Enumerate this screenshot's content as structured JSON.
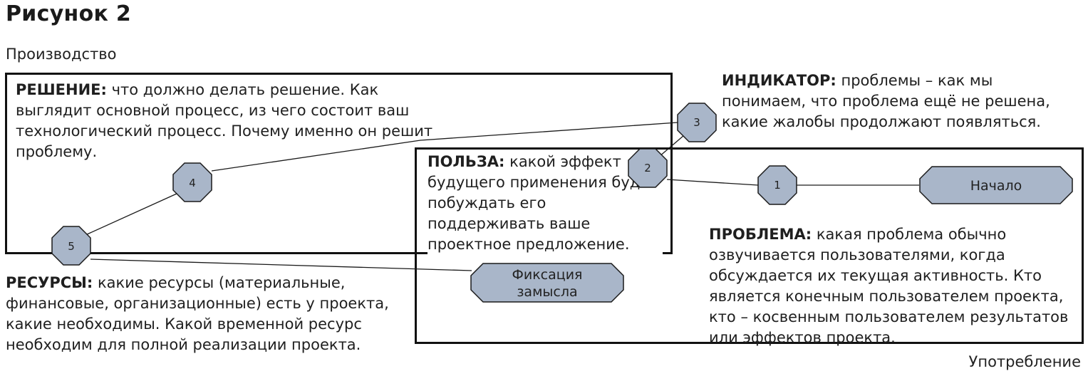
{
  "figure": {
    "title": "Рисунок 2",
    "axis_top": "Производство",
    "axis_bottom": "Употребление"
  },
  "blocks": {
    "solution": {
      "heading": "РЕШЕНИЕ:",
      "text": " что должно делать решение. Как выглядит основной процесс, из чего состоит ваш технологический процесс. Почему именно он решит проблему."
    },
    "benefit": {
      "heading": "ПОЛЬЗА:",
      "text": " какой эффект будущего применения будет побуждать его поддерживать ваше проектное предложение."
    },
    "indicator": {
      "heading": "ИНДИКАТОР:",
      "text": " проблемы – как мы понимаем, что проблема ещё не решена, какие жалобы продолжают появляться."
    },
    "problem": {
      "heading": "ПРОБЛЕМА:",
      "text": " какая проблема обычно озвучивается пользователями, когда обсуждается их текущая активность. Кто является конечным пользователем проекта, кто – косвенным пользователем результатов или эффектов проекта."
    },
    "resources": {
      "heading": "РЕСУРСЫ:",
      "text": " какие ресурсы (материальные, финансовые, организационные) есть у проекта, какие необходимы. Какой временной ресурс необходим для полной реализации проекта."
    }
  },
  "nodes": {
    "n1": "1",
    "n2": "2",
    "n3": "3",
    "n4": "4",
    "n5": "5",
    "start": "Начало",
    "fixation_line1": "Фиксация",
    "fixation_line2": "замысла"
  },
  "colors": {
    "node_fill": "#a9b6c9",
    "node_stroke": "#1a1a1a",
    "frame": "#111111"
  }
}
